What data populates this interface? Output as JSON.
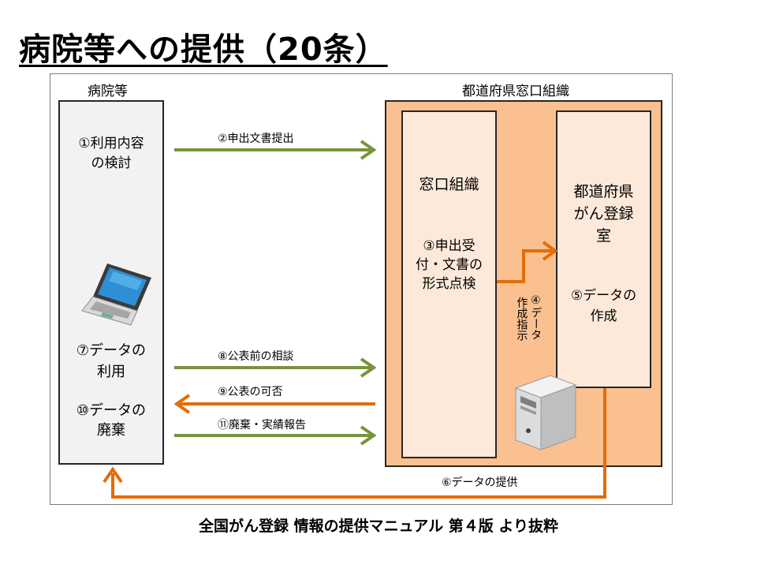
{
  "title": "病院等への提供（20条）",
  "hospital": {
    "header": "病院等",
    "step1": [
      "①利用内容",
      "の検討"
    ],
    "step7": [
      "⑦データの",
      "利用"
    ],
    "step10": [
      "⑩データの",
      "廃棄"
    ]
  },
  "prefecture": {
    "header": "都道府県窓口組織",
    "window": {
      "title": "窓口組織",
      "step3": [
        "③申出受",
        "付・文書の",
        "形式点検"
      ]
    },
    "registry": {
      "title": [
        "都道府県",
        "がん登録",
        "室"
      ],
      "step5": [
        "⑤データの",
        "作成"
      ]
    }
  },
  "arrows": {
    "step2": "②申出文書提出",
    "step4": [
      "作成指示",
      "④データ"
    ],
    "step6": "⑥データの提供",
    "step8": "⑧公表前の相談",
    "step9": "⑨公表の可否",
    "step11": "⑪廃棄・実績報告"
  },
  "colors": {
    "green": "#77933c",
    "orange": "#e36c09",
    "outer_fill": "#fac090",
    "inner_fill": "#fde9d9",
    "hospital_fill": "#f2f2f2"
  },
  "icons": [
    "laptop-icon",
    "server-icon"
  ],
  "source": "全国がん登録 情報の提供マニュアル 第４版 より抜粋"
}
